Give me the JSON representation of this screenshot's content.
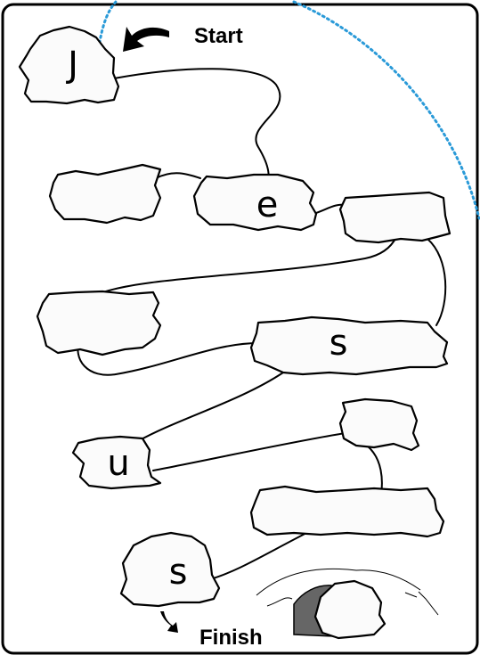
{
  "labels": {
    "start": "Start",
    "finish": "Finish"
  },
  "stones": [
    {
      "id": "stone-1",
      "letter": "J"
    },
    {
      "id": "stone-2",
      "letter": ""
    },
    {
      "id": "stone-3",
      "letter": "e"
    },
    {
      "id": "stone-4",
      "letter": ""
    },
    {
      "id": "stone-5",
      "letter": ""
    },
    {
      "id": "stone-6",
      "letter": "s"
    },
    {
      "id": "stone-7",
      "letter": "u"
    },
    {
      "id": "stone-8",
      "letter": ""
    },
    {
      "id": "stone-9",
      "letter": ""
    },
    {
      "id": "stone-10",
      "letter": "s"
    },
    {
      "id": "stone-11",
      "letter": ""
    }
  ],
  "colors": {
    "dotted_arc": "#2a9ad8",
    "cave_shadow": "#666666"
  }
}
